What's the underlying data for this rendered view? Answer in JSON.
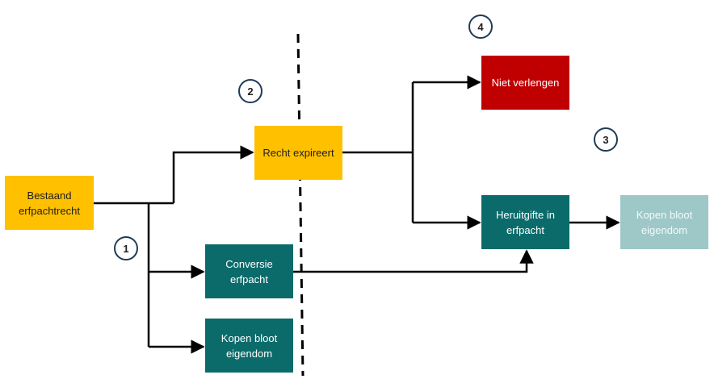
{
  "boxes": {
    "bestaand": "Bestaand erfpachtrecht",
    "recht_expireert": "Recht expireert",
    "niet_verlengen": "Niet verlengen",
    "heruitgifte": "Heruitgifte in erfpacht",
    "kopen_bloot_right": "Kopen bloot eigendom",
    "conversie": "Conversie erfpacht",
    "kopen_bloot_left": "Kopen bloot eigendom"
  },
  "steps": {
    "one": "1",
    "two": "2",
    "three": "3",
    "four": "4"
  },
  "colors": {
    "yellow": "#ffc000",
    "teal": "#0b6b6b",
    "red": "#c00000",
    "light_teal": "#9ec8c8",
    "circle_border": "#1f3b57",
    "line": "#000000"
  }
}
